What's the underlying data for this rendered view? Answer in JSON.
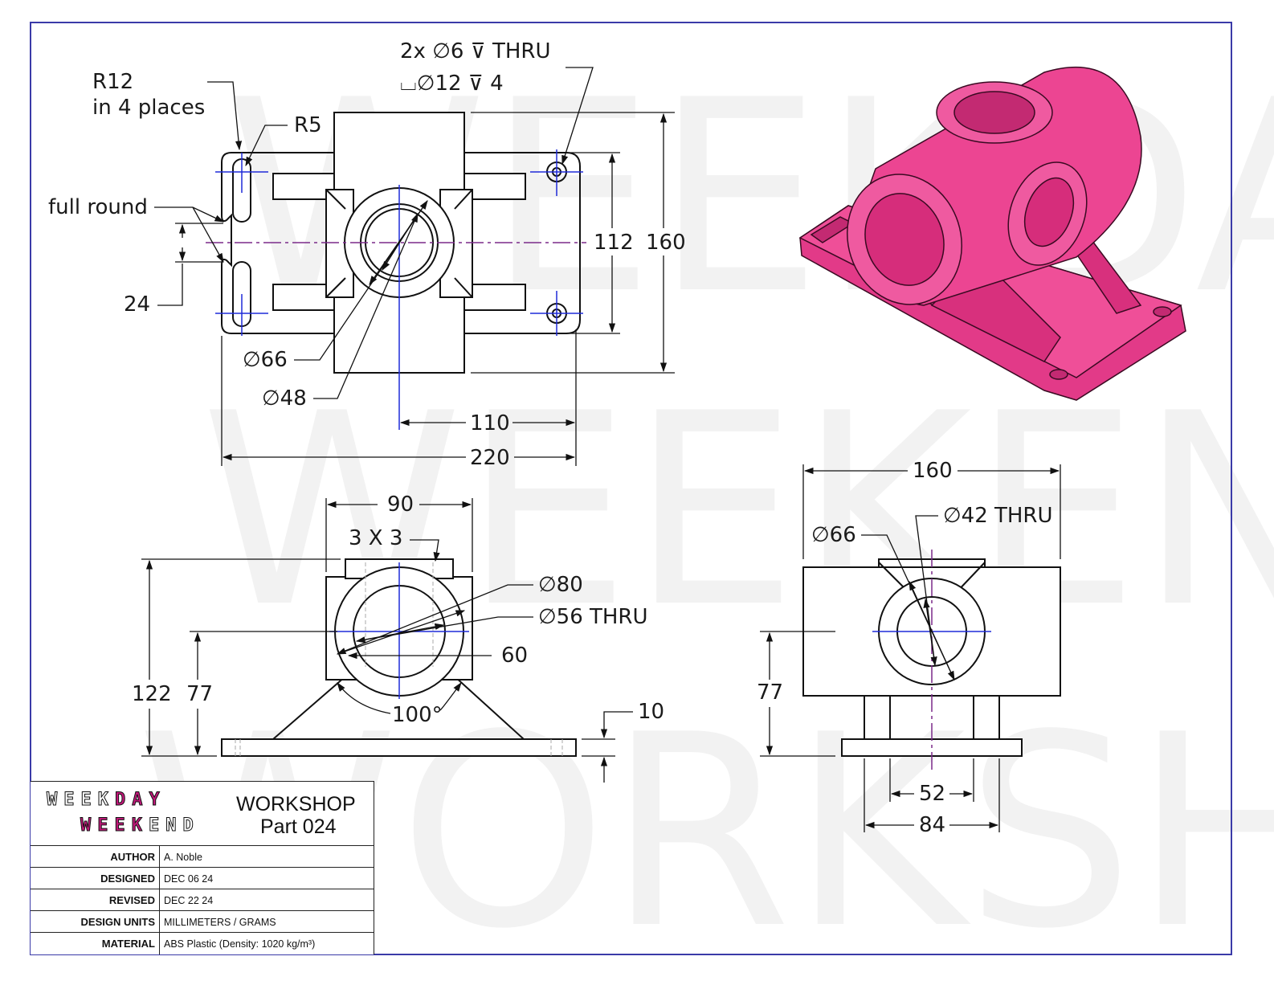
{
  "watermark": {
    "lines": [
      "WEEKDAY",
      "WEEKEND",
      "WORKSHOP"
    ]
  },
  "colors": {
    "part": "#e8388a",
    "border": "#3a3aa8",
    "centerline": "#7b2a8a",
    "axis": "#1f2bd8"
  },
  "top_view": {
    "corner_radius_note": {
      "line1": "R12",
      "line2": "in 4 places"
    },
    "slot_radius": "R5",
    "slot_end_note": "full round",
    "slot_spacing": "24",
    "hole_note": {
      "line1": "2x ∅6 ⊽ THRU",
      "line2": "⌴∅12 ⊽ 4"
    },
    "outer_diameter": "∅66",
    "inner_diameter": "∅48",
    "hole_spacing_y": "112",
    "overall_depth": "160",
    "hole_offset_x": "110",
    "overall_length": "220"
  },
  "front_view": {
    "top_width": "90",
    "chamfer": "3 X 3",
    "boss_diameter": "∅80",
    "bore": "∅56 THRU",
    "flat_width": "60",
    "height_overall": "122",
    "center_height": "77",
    "rib_angle": "100°",
    "base_thickness": "10"
  },
  "side_view": {
    "overall_width": "160",
    "boss_diameter": "∅66",
    "bore": "∅42 THRU",
    "center_height": "77",
    "rib_spacing_inner": "52",
    "rib_spacing_outer": "84"
  },
  "title_block": {
    "logo": {
      "line1": "WEEKDAY",
      "line2": "WEEKEND"
    },
    "title": "WORKSHOP",
    "part": "Part 024",
    "rows": [
      {
        "label": "AUTHOR",
        "value": "A. Noble"
      },
      {
        "label": "DESIGNED",
        "value": "DEC 06 24"
      },
      {
        "label": "REVISED",
        "value": "DEC 22 24"
      },
      {
        "label": "DESIGN UNITS",
        "value": "MILLIMETERS / GRAMS"
      },
      {
        "label": "MATERIAL",
        "value": "ABS Plastic (Density: 1020 kg/m³)"
      }
    ]
  }
}
